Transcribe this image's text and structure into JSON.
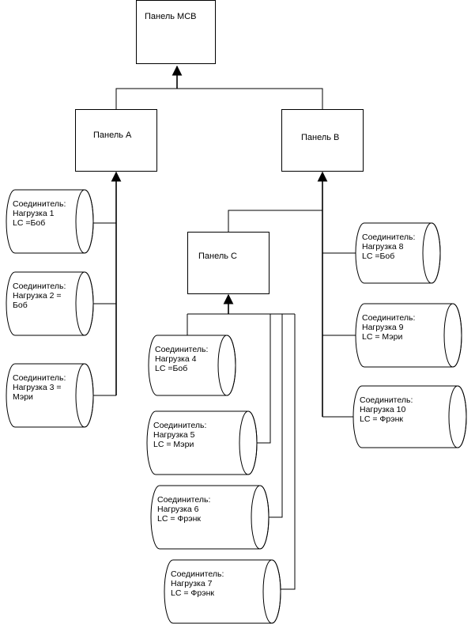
{
  "panels": {
    "mcb": "Панель MCB",
    "a": "Панель A",
    "b": "Панель B",
    "c": "Панель C"
  },
  "loads": [
    {
      "line1": "Соединитель:",
      "line2": "Нагрузка 1",
      "line3": "LC =Боб"
    },
    {
      "line1": "Соединитель:",
      "line2": "Нагрузка 2 =",
      "line3": "Боб"
    },
    {
      "line1": "Соединитель:",
      "line2": "Нагрузка 3 =",
      "line3": "Мэри"
    },
    {
      "line1": "Соединитель:",
      "line2": "Нагрузка 4",
      "line3": "LC =Боб"
    },
    {
      "line1": "Соединитель:",
      "line2": "Нагрузка 5",
      "line3": "LC = Мэри"
    },
    {
      "line1": "Соединитель:",
      "line2": "Нагрузка 6",
      "line3": "LC = Фрэнк"
    },
    {
      "line1": "Соединитель:",
      "line2": "Нагрузка 7",
      "line3": "LC = Фрэнк"
    },
    {
      "line1": "Соединитель:",
      "line2": "Нагрузка 8",
      "line3": "LC =Боб"
    },
    {
      "line1": "Соединитель:",
      "line2": "Нагрузка 9",
      "line3": "LC = Мэри"
    },
    {
      "line1": "Соединитель:",
      "line2": "Нагрузка 10",
      "line3": "LC = Фрэнк"
    }
  ]
}
